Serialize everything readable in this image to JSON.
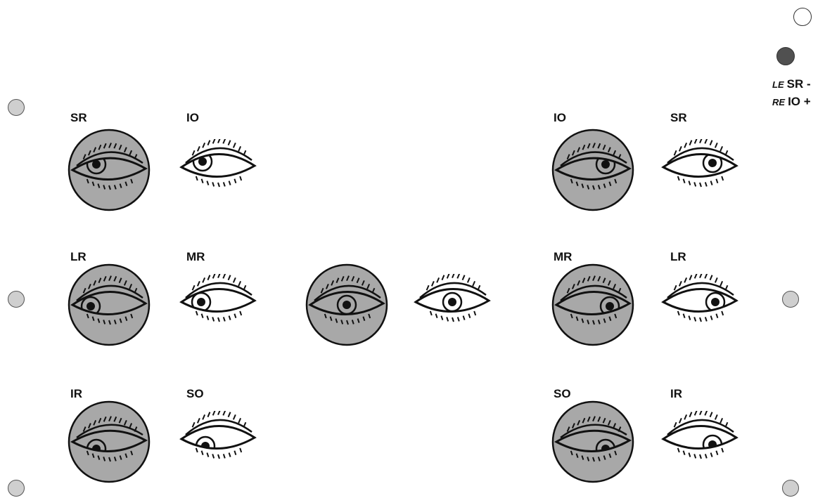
{
  "colors": {
    "fill_gray": "#a8a8a8",
    "indicator_gray": "#cfcfcf",
    "indicator_dark": "#505050",
    "ink": "#111111"
  },
  "legend": {
    "le_prefix": "LE",
    "le_text": "SR -",
    "re_prefix": "RE",
    "re_text": "IO +"
  },
  "labels": {
    "r1c1": "SR",
    "r1c2": "IO",
    "r1c3": "IO",
    "r1c4": "SR",
    "r2c1": "LR",
    "r2c2": "MR",
    "r2c3": "MR",
    "r2c4": "LR",
    "r3c1": "IR",
    "r3c2": "SO",
    "r3c3": "SO",
    "r3c4": "IR"
  },
  "indicators": {
    "top_right_1": "empty",
    "top_right_2": "filled"
  }
}
